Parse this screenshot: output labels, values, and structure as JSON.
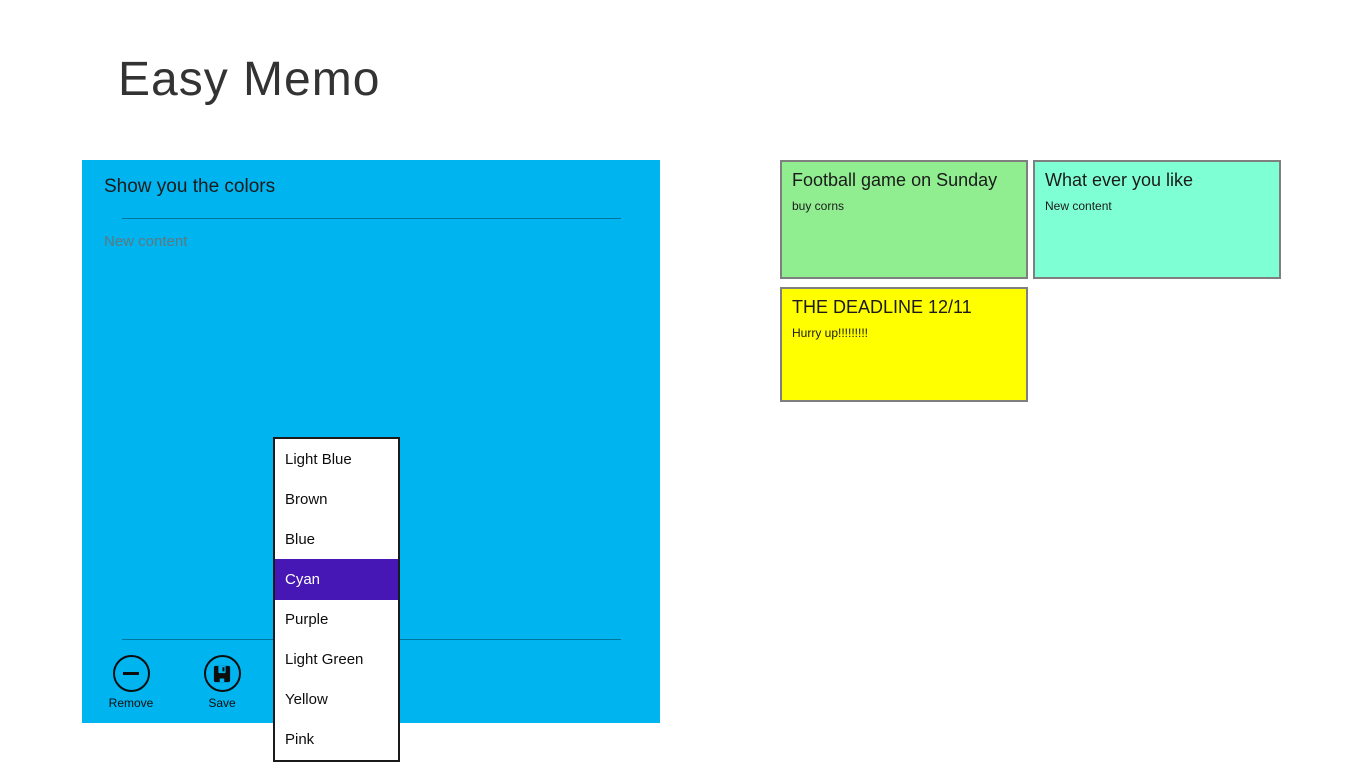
{
  "app": {
    "title": "Easy Memo"
  },
  "colors": {
    "editor_background": "#00b4ef",
    "dropdown_highlight": "#4617b4",
    "memo_green": "#90ee90",
    "memo_aquamarine": "#7fffd4",
    "memo_yellow": "#ffff00",
    "memo_border": "#7f7f7f"
  },
  "editor": {
    "title": "Show you the colors",
    "content_placeholder": "New content",
    "remove_label": "Remove",
    "save_label": "Save"
  },
  "color_dropdown": {
    "selected": "Cyan",
    "options": [
      "Light Blue",
      "Brown",
      "Blue",
      "Cyan",
      "Purple",
      "Light Green",
      "Yellow",
      "Pink"
    ]
  },
  "memos": [
    {
      "title": "Football game on Sunday",
      "content": "buy corns",
      "color": "#90ee90"
    },
    {
      "title": "What ever you like",
      "content": "New content",
      "color": "#7fffd4"
    },
    {
      "title": "THE DEADLINE 12/11",
      "content": "Hurry up!!!!!!!!!",
      "color": "#ffff00"
    }
  ]
}
